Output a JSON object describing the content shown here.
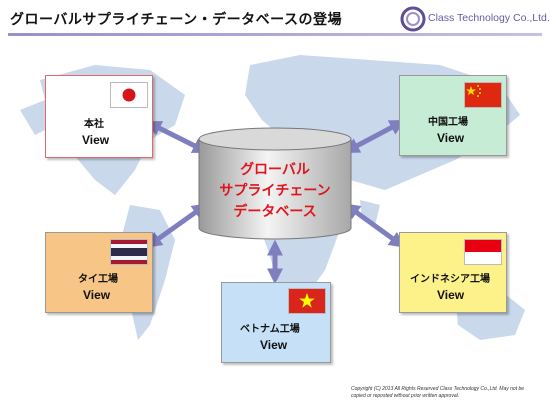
{
  "title": "グローバルサプライチェーン・データベースの登場",
  "logo": {
    "text": "Class Technology Co.,Ltd."
  },
  "database": {
    "lines": [
      "グローバル",
      "サプライチェーン",
      "データベース"
    ]
  },
  "locations": {
    "hq": {
      "name": "本社",
      "view": "View",
      "flag": "japan-flag-icon",
      "color": "#ffffff"
    },
    "china": {
      "name": "中国工場",
      "view": "View",
      "flag": "china-flag-icon",
      "color": "#c7ecd6"
    },
    "thailand": {
      "name": "タイ工場",
      "view": "View",
      "flag": "thailand-flag-icon",
      "color": "#f7c586"
    },
    "vietnam": {
      "name": "ベトナム工場",
      "view": "View",
      "flag": "vietnam-flag-icon",
      "color": "#c6e0f7"
    },
    "indonesia": {
      "name": "インドネシア工場",
      "view": "View",
      "flag": "indonesia-flag-icon",
      "color": "#fdf28a"
    }
  },
  "colors": {
    "db_text": "#e0141c",
    "arrow": "#7f7fbf",
    "map": "#c9d8ea"
  },
  "footer": {
    "line1": "Copyright (C) 2013 All Rights Reserved Class Technology Co.,Ltd. May not be",
    "line2": "copied or reposted without prior written approval."
  }
}
